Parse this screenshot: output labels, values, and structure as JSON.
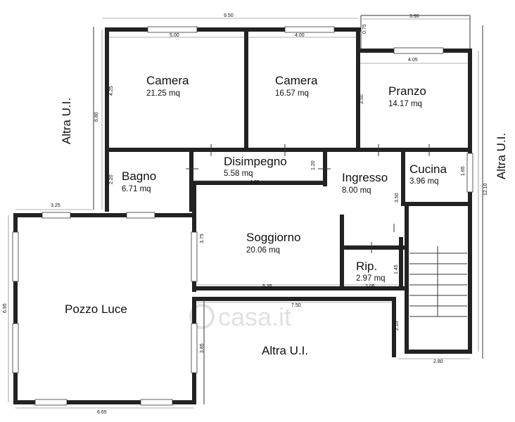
{
  "rooms": [
    {
      "name": "Camera",
      "area": "21.25 mq"
    },
    {
      "name": "Camera",
      "area": "16.57 mq"
    },
    {
      "name": "Pranzo",
      "area": "14.17 mq"
    },
    {
      "name": "Disimpegno",
      "area": "5.58 mq"
    },
    {
      "name": "Bagno",
      "area": "6.71 mq"
    },
    {
      "name": "Ingresso",
      "area": "8.00 mq"
    },
    {
      "name": "Cucina",
      "area": "3.96 mq"
    },
    {
      "name": "Soggiorno",
      "area": "20.06 mq"
    },
    {
      "name": "Rip.",
      "area": "2.97 mq"
    },
    {
      "name": "Pozzo Luce",
      "area": ""
    }
  ],
  "outer_labels": {
    "left": "Altra U.I.",
    "right": "Altra U.I.",
    "bottom": "Altra U.I."
  },
  "dimensions": {
    "top_total": "9.50",
    "top_right": "3.90",
    "camera1_width": "5.00",
    "camera2_width": "4.00",
    "balcony_depth": "0.75",
    "pranzo_width": "4.05",
    "camera1_height": "4.25",
    "left_height": "6.80",
    "pranzo_height": "3.50",
    "disimpegno_height": "1.20",
    "disimpegno_width": "4.65",
    "bagno_height": "2.20",
    "cucina_height": "1.65",
    "right_height": "12.10",
    "pozzo_top": "3.25",
    "ingresso_height": "3.50",
    "soggiorno_height": "3.75",
    "rip_height": "1.45",
    "soggiorno_width": "5.35",
    "rip_width": "2.05",
    "corridor_width": "7.50",
    "left_total": "6.95",
    "pozzo_right": "3.85",
    "stair_height": "2.10",
    "stair_width": "2.80",
    "pozzo_bottom": "6.65"
  },
  "watermark": "casa.it"
}
